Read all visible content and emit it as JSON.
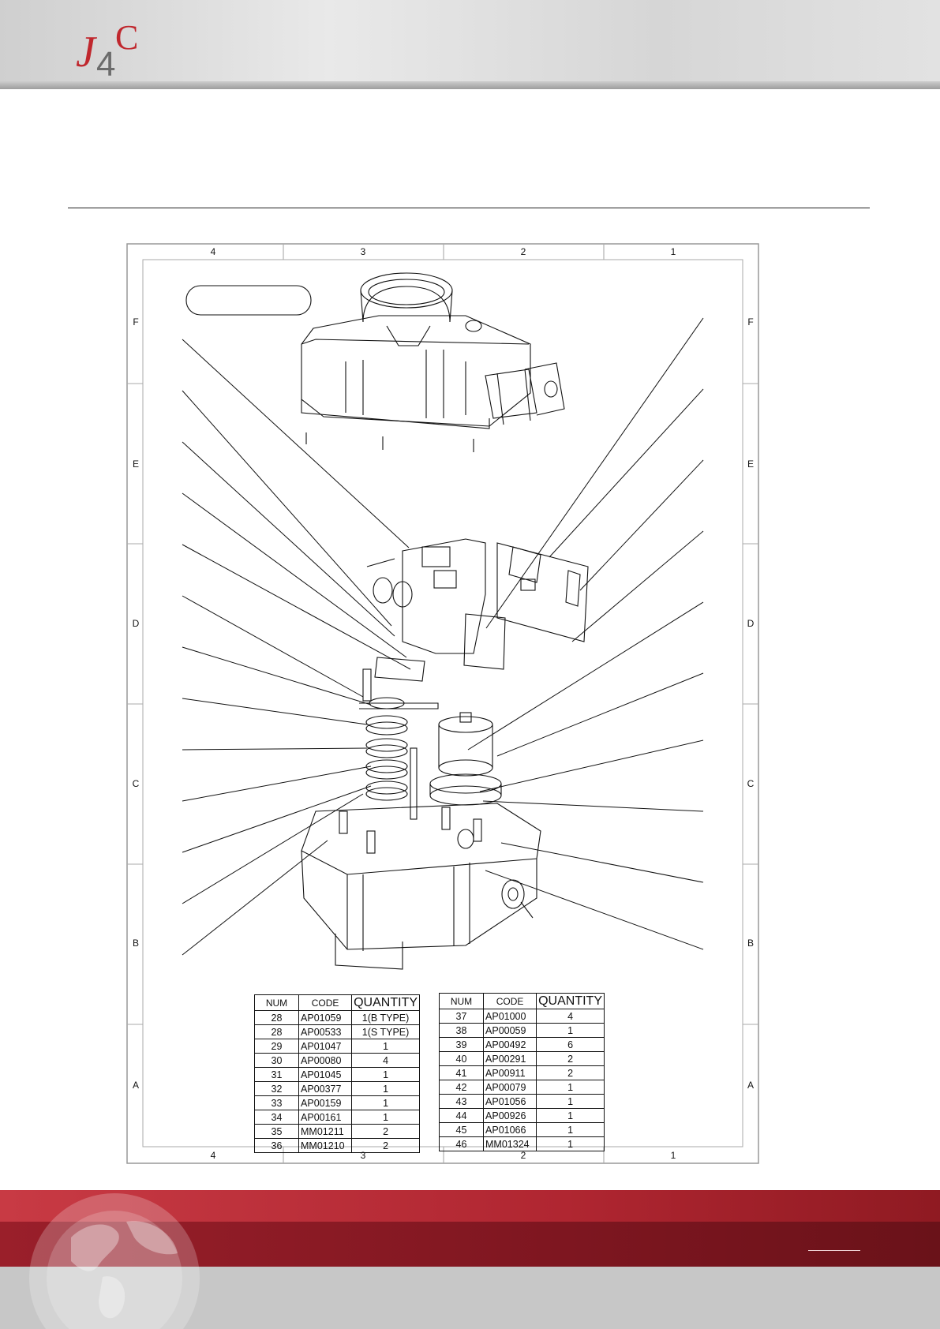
{
  "logo": {
    "text": "J4C",
    "icon": "j4c-logo"
  },
  "frame": {
    "cols_top": [
      "4",
      "3",
      "2",
      "1"
    ],
    "cols_bottom": [
      "4",
      "3",
      "2",
      "1"
    ],
    "rows_left": [
      "F",
      "E",
      "D",
      "C",
      "B",
      "A"
    ],
    "rows_right": [
      "F",
      "E",
      "D",
      "C",
      "B",
      "A"
    ]
  },
  "table_left": {
    "headers": [
      "NUM",
      "CODE",
      "QUANTITY"
    ],
    "rows": [
      [
        "28",
        "AP01059",
        "1(B TYPE)"
      ],
      [
        "28",
        "AP00533",
        "1(S TYPE)"
      ],
      [
        "29",
        "AP01047",
        "1"
      ],
      [
        "30",
        "AP00080",
        "4"
      ],
      [
        "31",
        "AP01045",
        "1"
      ],
      [
        "32",
        "AP00377",
        "1"
      ],
      [
        "33",
        "AP00159",
        "1"
      ],
      [
        "34",
        "AP00161",
        "1"
      ],
      [
        "35",
        "MM01211",
        "2"
      ],
      [
        "36",
        "MM01210",
        "2"
      ]
    ]
  },
  "table_right": {
    "headers": [
      "NUM",
      "CODE",
      "QUANTITY"
    ],
    "rows": [
      [
        "37",
        "AP01000",
        "4"
      ],
      [
        "38",
        "AP00059",
        "1"
      ],
      [
        "39",
        "AP00492",
        "6"
      ],
      [
        "40",
        "AP00291",
        "2"
      ],
      [
        "41",
        "AP00911",
        "2"
      ],
      [
        "42",
        "AP00079",
        "1"
      ],
      [
        "43",
        "AP01056",
        "1"
      ],
      [
        "44",
        "AP00926",
        "1"
      ],
      [
        "45",
        "AP01066",
        "1"
      ],
      [
        "46",
        "MM01324",
        "1"
      ]
    ]
  },
  "colors": {
    "brand_red": "#b02631",
    "dark_red": "#7e1620",
    "footer_gray": "#c7c7c7"
  },
  "icons": [
    "j4c-logo",
    "globe-icon"
  ]
}
